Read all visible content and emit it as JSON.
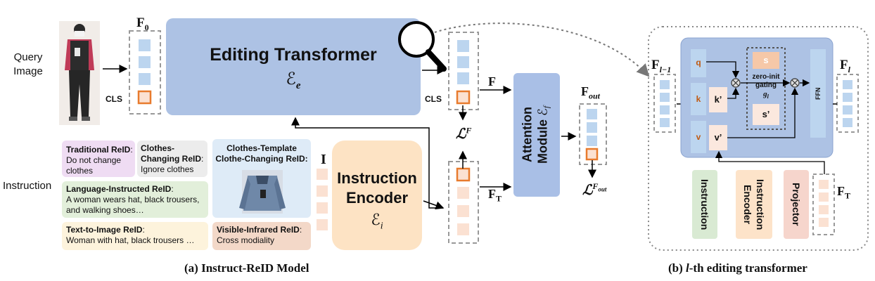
{
  "left": {
    "query_image_label": "Query\nImage",
    "instruction_label": "Instruction",
    "f0_label": "F",
    "f0_sub": "0",
    "cls_left": "CLS",
    "cls_right": "CLS",
    "editing_transformer": {
      "title": "Editing Transformer",
      "symbol": "ℰ",
      "sub": "e"
    },
    "instruction_encoder": {
      "title_line1": "Instruction",
      "title_line2": "Encoder",
      "symbol": "ℰ",
      "sub": "i"
    },
    "attention_module": {
      "title_line1": "Attention",
      "title_line2": "Module",
      "symbol": "ℰ",
      "sub": "f"
    },
    "F_label": "F",
    "FT_label": "F",
    "FT_sub": "T",
    "I_label": "I",
    "loss_F": {
      "sym": "ℒ",
      "sup": "F"
    },
    "fout_label": "F",
    "fout_sub": "out",
    "loss_Fout": {
      "sym": "ℒ",
      "sup": "F",
      "supsub": "out"
    },
    "instructions": [
      {
        "title": "Traditional ReID",
        "text": "Do not change clothes",
        "color": "#efdcf3"
      },
      {
        "title": "Clothes-Changing ReID",
        "text": "Ignore clothes",
        "color": "#ececec"
      },
      {
        "title": "Clothes-Template Clothe-Changing ReID",
        "text": "",
        "color": "#deebf7"
      },
      {
        "title": "Language-Instructed ReID",
        "text": "A woman wears hat, black trousers, and walking shoes…",
        "color": "#e2efda"
      },
      {
        "title": "Text-to-Image ReID",
        "text": "Woman with hat, black trousers …",
        "color": "#fdf3dc"
      },
      {
        "title": "Visible-Infrared ReID",
        "text": "Cross modiality",
        "color": "#f3d8c8"
      }
    ],
    "caption": "(a) Instruct-ReID Model"
  },
  "right": {
    "F_l_minus_1": {
      "base": "F",
      "sub": "l−1"
    },
    "F_l": {
      "base": "F",
      "sub": "l"
    },
    "F_T": {
      "base": "F",
      "sub": "T"
    },
    "q": "q",
    "k": "k",
    "k_prime": "k’",
    "v": "v",
    "v_prime": "v’",
    "s": "s",
    "s_prime": "s’",
    "gating_line1": "zero-init",
    "gating_line2": "gating",
    "gating_sym": "g",
    "gating_sub": "l",
    "ffn": "FFN",
    "legend": [
      {
        "label": "Instruction",
        "color": "#d9ead3"
      },
      {
        "label": "Instruction Encoder",
        "color": "#fde3c9"
      },
      {
        "label": "Projector",
        "color": "#f6d5cc"
      }
    ],
    "caption_pre": "(b) ",
    "caption_italic": "l",
    "caption_post": "-th editing transformer"
  },
  "colors": {
    "blue_box": "#adc2e4",
    "token_blue": "#bcd5ef",
    "token_peach": "#fbe1d2",
    "cls_orange": "#e87b2e",
    "attn_box": "#a9bfe6",
    "enc_box": "#fde3c4"
  }
}
